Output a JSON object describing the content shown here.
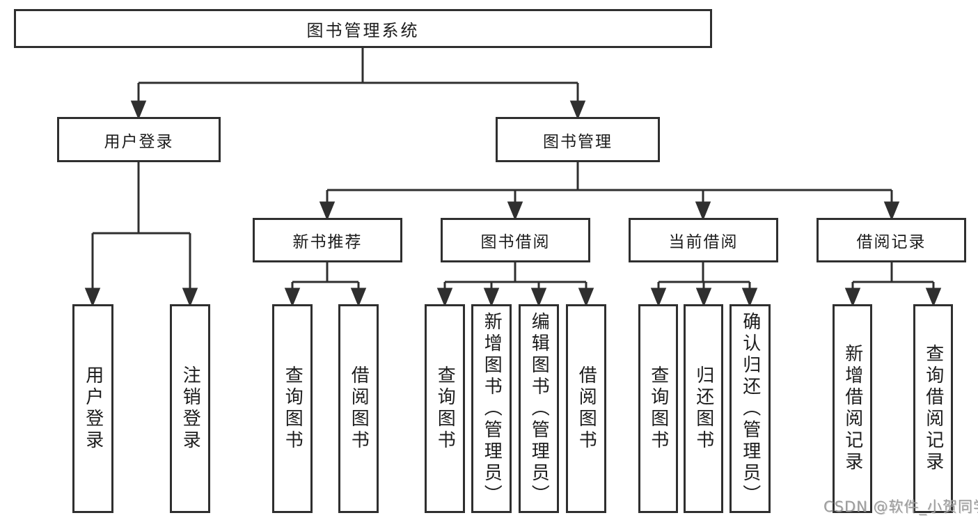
{
  "diagram": {
    "type": "hierarchy-tree",
    "title": "图书管理系统",
    "colors": {
      "line": "#2f2f2f",
      "border": "#2f2f2f",
      "text": "#1c1c1c",
      "background": "#ffffff",
      "watermark": "#9c9c9c"
    }
  },
  "watermark": {
    "text": "CSDN @软件_小贺同学"
  },
  "nodes": {
    "root": {
      "label": "图书管理系统"
    },
    "userLogin": {
      "label": "用户登录"
    },
    "bookMgmt": {
      "label": "图书管理"
    },
    "login": {
      "label": "用户登录"
    },
    "logout": {
      "label": "注销登录"
    },
    "newRec": {
      "label": "新书推荐"
    },
    "recQuery": {
      "label": "查询图书"
    },
    "recBorrow": {
      "label": "借阅图书"
    },
    "bookBorrow": {
      "label": "图书借阅"
    },
    "borQuery": {
      "label": "查询图书"
    },
    "borAdd": {
      "label": "新增图书（管理员）"
    },
    "borEdit": {
      "label": "编辑图书（管理员）"
    },
    "borBorrow": {
      "label": "借阅图书"
    },
    "curBorrow": {
      "label": "当前借阅"
    },
    "curQuery": {
      "label": "查询图书"
    },
    "curReturn": {
      "label": "归还图书"
    },
    "curConfirm": {
      "label": "确认归还（管理员）"
    },
    "records": {
      "label": "借阅记录"
    },
    "recAddRecord": {
      "label": "新增借阅记录"
    },
    "recQueryRecord": {
      "label": "查询借阅记录"
    }
  },
  "tree": {
    "图书管理系统": {
      "用户登录": [
        "用户登录",
        "注销登录"
      ],
      "图书管理": {
        "新书推荐": [
          "查询图书",
          "借阅图书"
        ],
        "图书借阅": [
          "查询图书",
          "新增图书（管理员）",
          "编辑图书（管理员）",
          "借阅图书"
        ],
        "当前借阅": [
          "查询图书",
          "归还图书",
          "确认归还（管理员）"
        ],
        "借阅记录": [
          "新增借阅记录",
          "查询借阅记录"
        ]
      }
    }
  }
}
